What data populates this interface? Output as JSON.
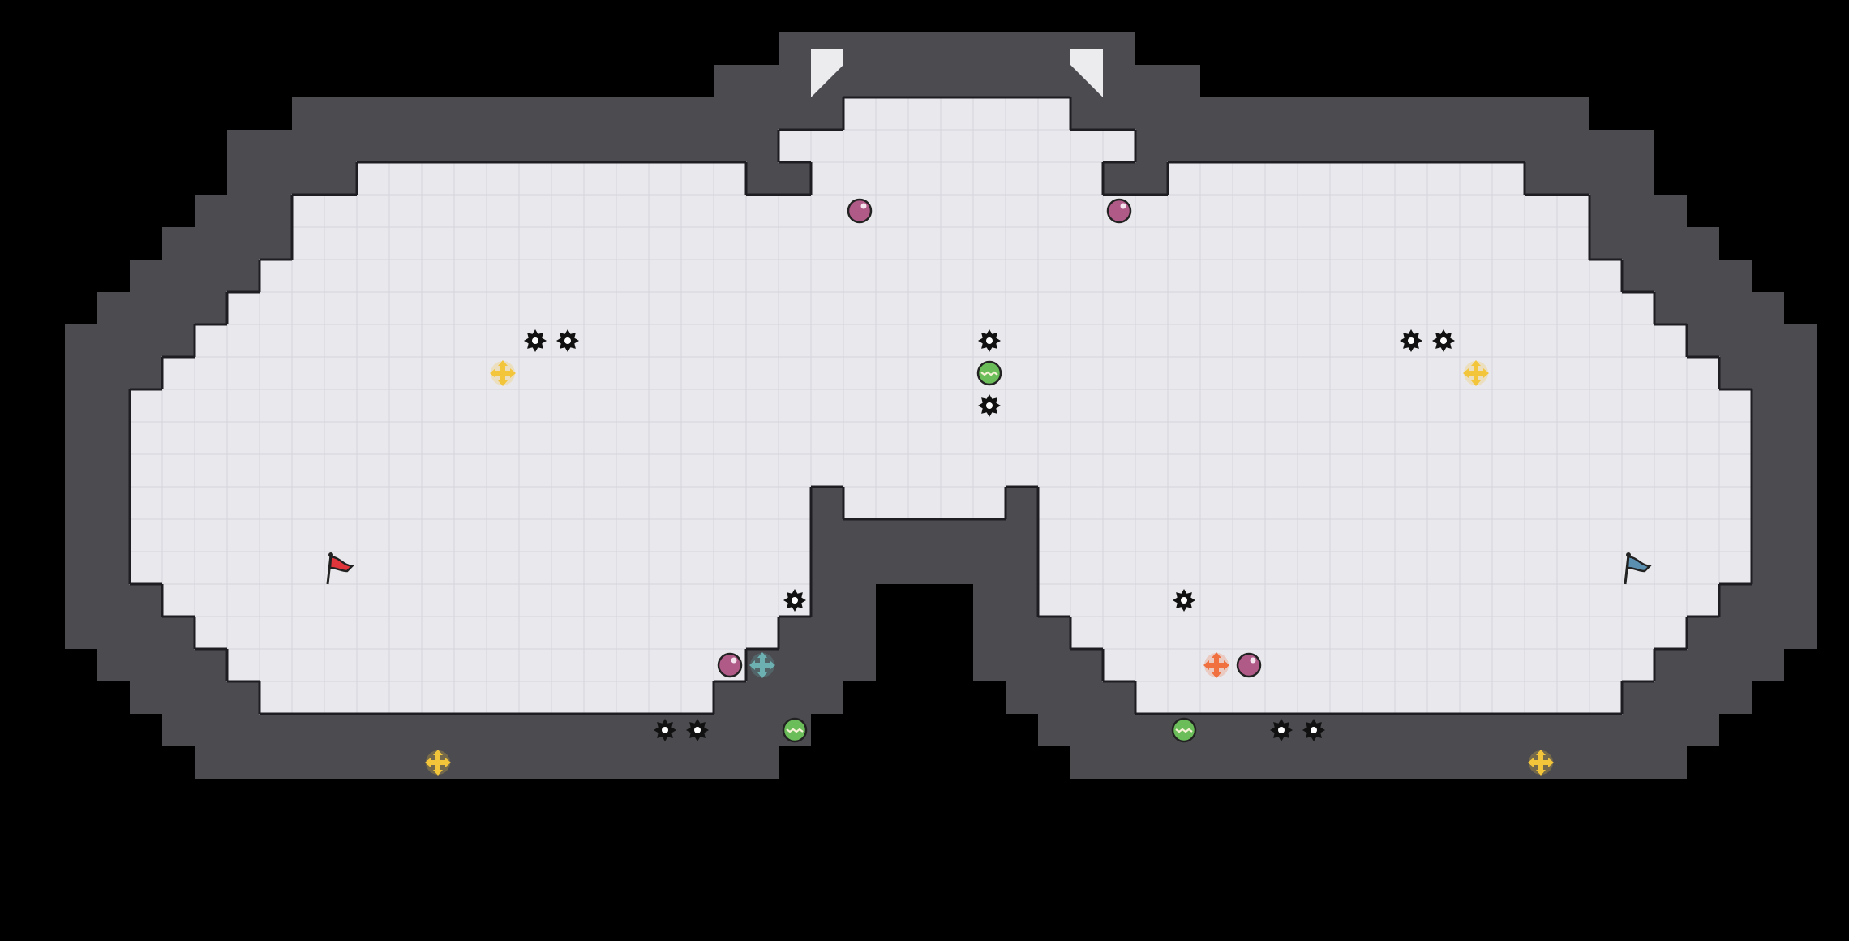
{
  "colors": {
    "background": "#000000",
    "wall": "#4b4b50",
    "wall_edge": "#1e1e22",
    "floor": "#e9e9ed",
    "grid": "#d4d4da",
    "cutout": "#ececef",
    "red_team": "#e0353a",
    "blue_team": "#5b8fb0",
    "powerball": "#b05a88",
    "boost_yellow": "#f3c53a",
    "boost_teal": "#6cb0b2",
    "boost_red": "#f07040",
    "gate_green": "#6bbd5a",
    "spike": "#111111"
  },
  "map": {
    "tiles_wide": 51,
    "tiles_high": 22,
    "floor_rows": [
      [
        [
          24,
          30
        ]
      ],
      [
        [
          22,
          32
        ]
      ],
      [
        [
          9,
          20
        ],
        [
          23,
          31
        ],
        [
          34,
          44
        ]
      ],
      [
        [
          7,
          46
        ]
      ],
      [
        [
          7,
          46
        ]
      ],
      [
        [
          6,
          47
        ]
      ],
      [
        [
          5,
          48
        ]
      ],
      [
        [
          4,
          49
        ]
      ],
      [
        [
          3,
          50
        ]
      ],
      [
        [
          2,
          51
        ]
      ],
      [
        [
          2,
          51
        ]
      ],
      [
        [
          2,
          51
        ]
      ],
      [
        [
          2,
          22
        ],
        [
          24,
          28
        ],
        [
          30,
          51
        ]
      ],
      [
        [
          2,
          22
        ],
        [
          30,
          51
        ]
      ],
      [
        [
          2,
          22
        ],
        [
          30,
          51
        ]
      ],
      [
        [
          3,
          22
        ],
        [
          30,
          50
        ]
      ],
      [
        [
          4,
          21
        ],
        [
          31,
          49
        ]
      ],
      [
        [
          5,
          20
        ],
        [
          32,
          48
        ]
      ],
      [
        [
          6,
          19
        ],
        [
          33,
          47
        ]
      ]
    ],
    "floor_row_start": 1,
    "cutouts": [
      "top-left-notch",
      "top-right-notch"
    ]
  },
  "entities": {
    "flags": [
      {
        "team": "red",
        "name": "red-flag",
        "tile": [
          8,
          15
        ]
      },
      {
        "team": "blue",
        "name": "blue-flag",
        "tile": [
          48,
          15
        ]
      }
    ],
    "spikes": [
      [
        14,
        8
      ],
      [
        15,
        8
      ],
      [
        28,
        8
      ],
      [
        41,
        8
      ],
      [
        42,
        8
      ],
      [
        28,
        10
      ],
      [
        22,
        16
      ],
      [
        34,
        16
      ],
      [
        18,
        20
      ],
      [
        19,
        20
      ],
      [
        37,
        20
      ],
      [
        38,
        20
      ]
    ],
    "powerups": [
      [
        24,
        4
      ],
      [
        32,
        4
      ],
      [
        20,
        18
      ],
      [
        36,
        18
      ]
    ],
    "boosts_yellow": [
      [
        13,
        9
      ],
      [
        43,
        9
      ],
      [
        11,
        21
      ],
      [
        45,
        21
      ]
    ],
    "boosts_team": [
      {
        "team": "blue",
        "tile": [
          21,
          18
        ]
      },
      {
        "team": "red",
        "tile": [
          35,
          18
        ]
      }
    ],
    "gates": [
      [
        28,
        9
      ],
      [
        22,
        20
      ],
      [
        34,
        20
      ]
    ]
  }
}
